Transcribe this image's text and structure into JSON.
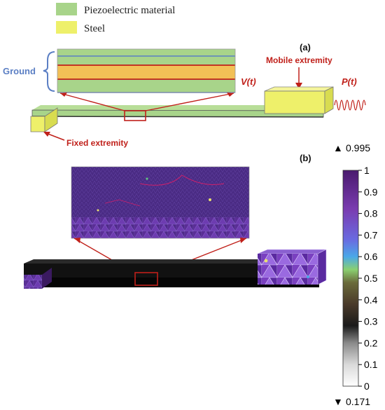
{
  "legend": {
    "piezo_label": "Piezoelectric material",
    "steel_label": "Steel",
    "piezo_color": "#a8d48a",
    "steel_color": "#eef06a"
  },
  "panel_a": {
    "label": "(a)",
    "ground_label": "Ground",
    "voltage_label": "V(t)",
    "pressure_label": "P(t)",
    "mobile_label": "Mobile extremity",
    "fixed_label": "Fixed extremity"
  },
  "panel_b": {
    "label": "(b)",
    "max_value": "0.995",
    "min_value": "0.171",
    "max_marker": "▲",
    "min_marker": "▼"
  },
  "colorbar": {
    "ticks": [
      "1",
      "0.9",
      "0.8",
      "0.7",
      "0.6",
      "0.5",
      "0.4",
      "0.3",
      "0.2",
      "0.1",
      "0"
    ]
  },
  "colors": {
    "ground": "#5b7fc4",
    "annotation": "#c0201a",
    "mesh": "#6a3aa8"
  }
}
